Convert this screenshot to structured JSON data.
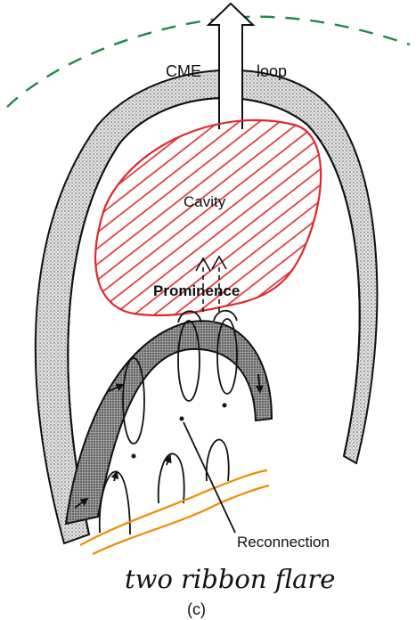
{
  "diagram": {
    "labels": {
      "cme_loop_1": "CME",
      "cme_loop_2": "loop",
      "cavity": "Cavity",
      "prominence": "Prominence",
      "reconnection": "Reconnection",
      "panel": "(c)"
    },
    "annotation": "two ribbon flare",
    "colors": {
      "ink": "#111111",
      "annotation_red": "#e0282e",
      "shock_green": "#1f8a4a",
      "ribbon_orange": "#f08a00",
      "stipple": "#bcbcbc",
      "stipple_dark": "#8a8a8a"
    }
  }
}
